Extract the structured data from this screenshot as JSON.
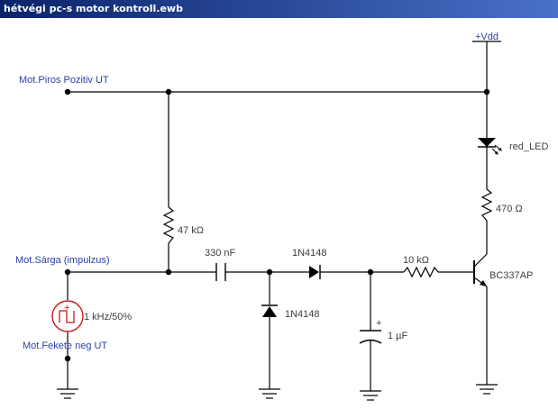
{
  "window": {
    "title": "hétvégi pc-s motor kontroll.ewb"
  },
  "schematic": {
    "supply_label": "+Vdd",
    "net_labels": {
      "red_positive": "Mot.Piros Pozitiv UT",
      "yellow_pulse": "Mot.Sárga (impulzus)",
      "black_negative": "Mot.Fekete neg UT"
    },
    "components": {
      "led": "red_LED",
      "r_collector": "470 Ω",
      "r_bias": "47 kΩ",
      "c_coupling": "330 nF",
      "d_series": "1N4148",
      "d_shunt": "1N4148",
      "c_filter": "1 µF",
      "r_base": "10 kΩ",
      "transistor": "BC337AP",
      "source": "1 kHz/50%"
    },
    "polarity_plus": "+",
    "colors": {
      "wire": "#000000",
      "label": "#404040",
      "source": "#c8181c",
      "titlebar": "#0a246a"
    }
  }
}
